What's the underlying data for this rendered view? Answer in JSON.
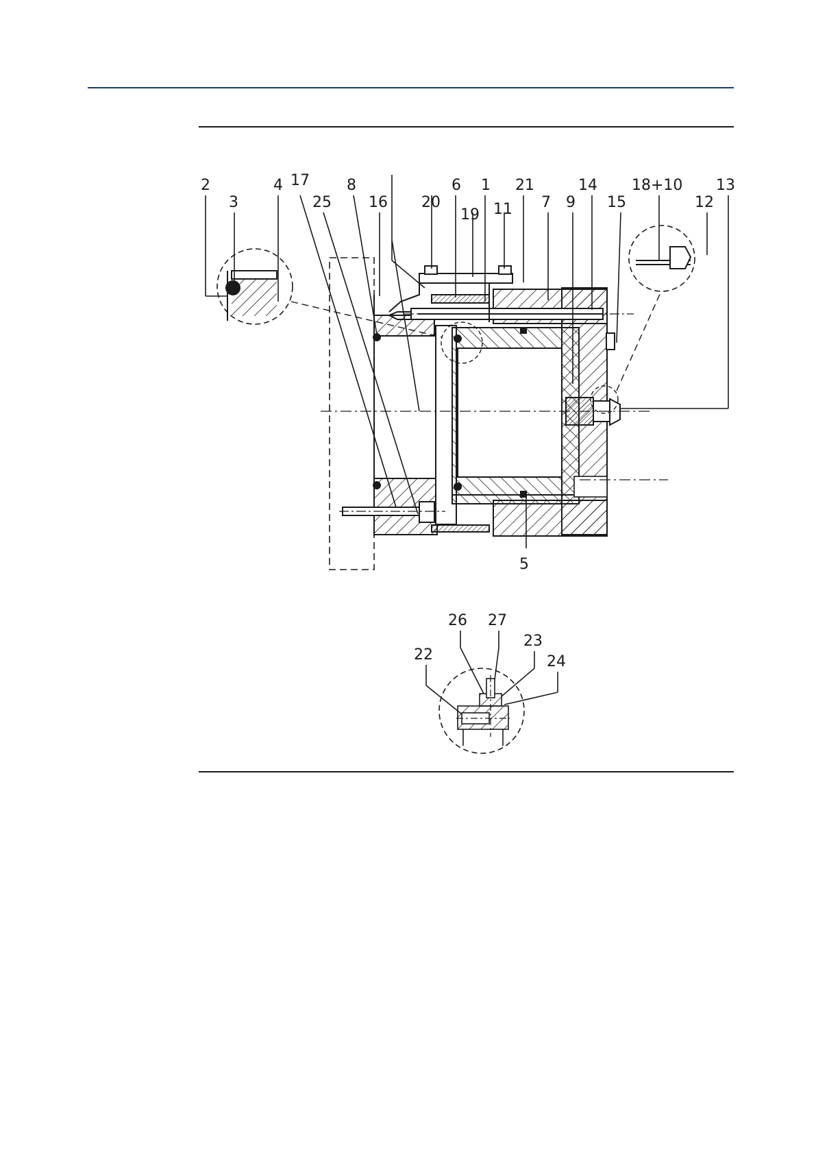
{
  "colors": {
    "header_rule": "#1f3b63",
    "ink": "#1a1a1a",
    "hatch": "#222222"
  },
  "figure": {
    "callouts": [
      "1",
      "2",
      "3",
      "4",
      "5",
      "6",
      "7",
      "8",
      "9",
      "11",
      "12",
      "13",
      "14",
      "15",
      "16",
      "17",
      "18+10",
      "19",
      "20",
      "21",
      "25"
    ],
    "detail_callouts": [
      "22",
      "23",
      "24",
      "26",
      "27"
    ]
  }
}
